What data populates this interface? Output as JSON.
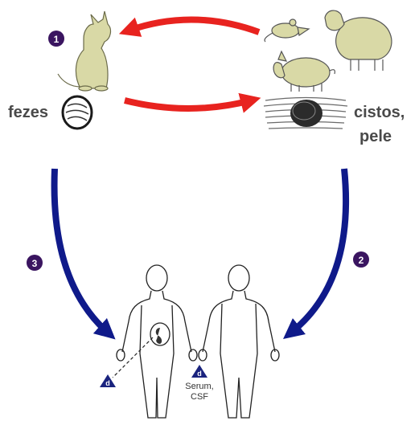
{
  "labels": {
    "feces": "fezes",
    "cysts": "cistos,",
    "skin": "pele",
    "serum": "Serum,",
    "csf": "CSF"
  },
  "steps": {
    "step1": "1",
    "step2": "2",
    "step3": "3"
  },
  "stage_marker": "d",
  "colors": {
    "red_arrow": "#e8231f",
    "blue_arrow": "#0f1a8a",
    "step_circle": "#3a1560",
    "animal_fill": "#d9d9a6",
    "label_text": "#4a4a4a",
    "marker": "#1a237e"
  },
  "icons": [
    "cat-icon",
    "rat-icon",
    "sheep-icon",
    "pig-icon",
    "oocyst-icon",
    "tissue-cyst-icon",
    "human-female-icon",
    "human-male-icon",
    "fetus-icon"
  ]
}
